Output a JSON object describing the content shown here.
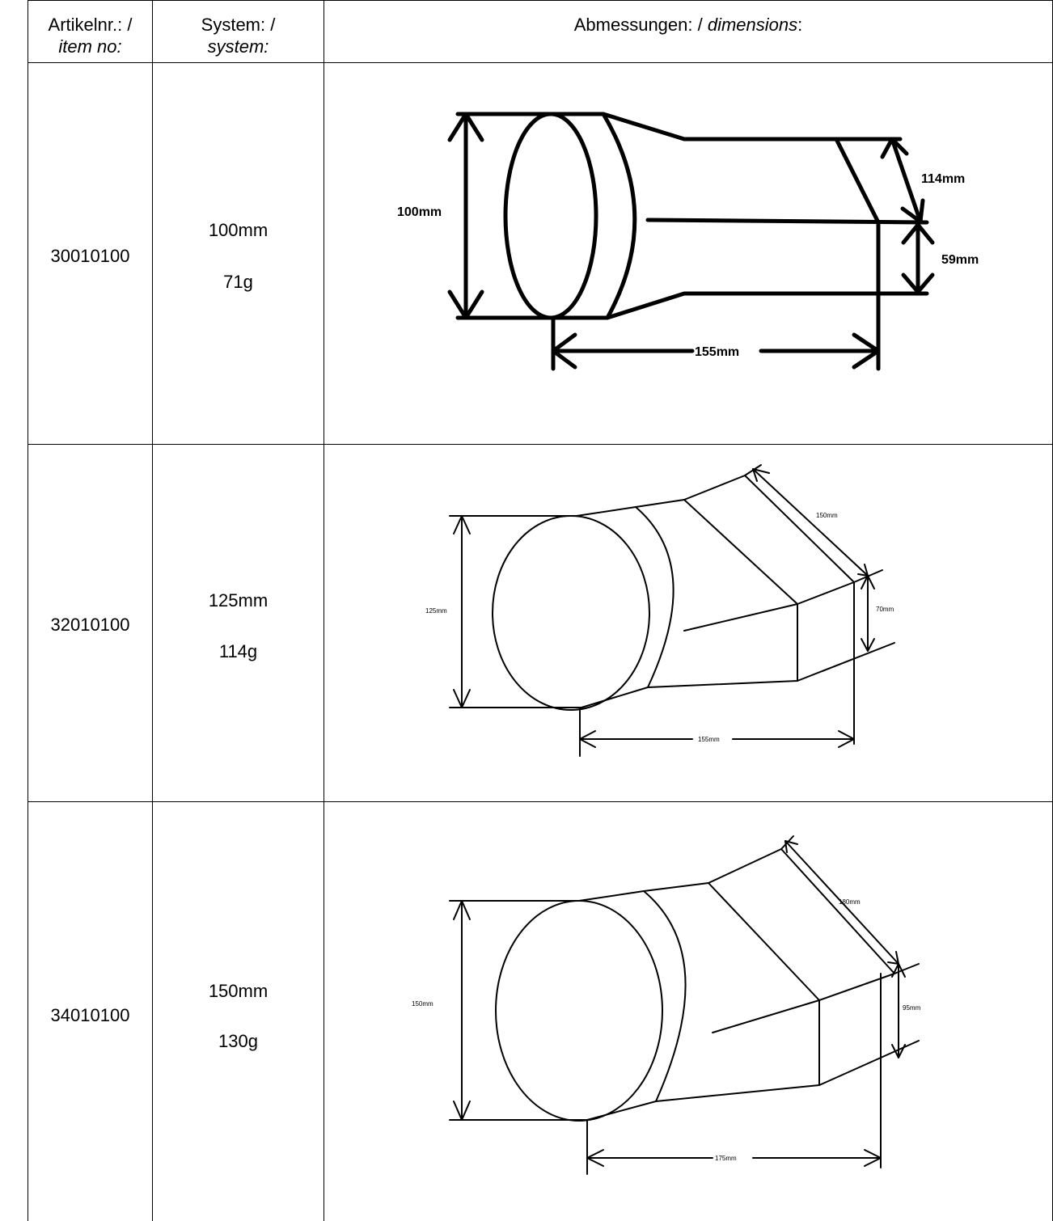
{
  "header": {
    "item_label": "Artikelnr.: /",
    "item_label_en": "item no:",
    "system_label": "System: /",
    "system_label_en": "system:",
    "dimensions_label": "Abmessungen: / ",
    "dimensions_label_en": "dimensions",
    "dimensions_colon": ":"
  },
  "rows": [
    {
      "item_no": "30010100",
      "system": "100mm",
      "weight": "71g",
      "dims": {
        "diameter": "100mm",
        "length": "155mm",
        "width": "114mm",
        "height": "59mm"
      }
    },
    {
      "item_no": "32010100",
      "system": "125mm",
      "weight": "114g",
      "dims": {
        "diameter": "125mm",
        "length": "155mm",
        "width": "150mm",
        "height": "70mm"
      }
    },
    {
      "item_no": "34010100",
      "system": "150mm",
      "weight": "130g",
      "dims": {
        "diameter": "150mm",
        "length": "175mm",
        "width": "180mm",
        "height": "95mm"
      }
    }
  ]
}
